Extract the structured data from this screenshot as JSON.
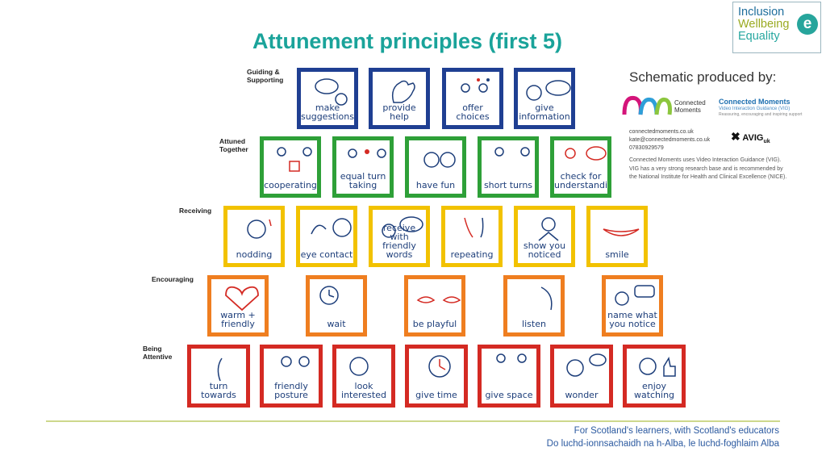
{
  "title": "Attunement principles (first 5)",
  "logo": {
    "line1": "Inclusion",
    "line2": "Wellbeing",
    "line3": "Equality",
    "mark": "e"
  },
  "colors": {
    "guiding": "#1f3f92",
    "attuned": "#2ea038",
    "receiving": "#f2c200",
    "encouraging": "#ef7e20",
    "attentive": "#d42a23",
    "title": "#1aa39a"
  },
  "rows": [
    {
      "label_lines": [
        "Guiding &",
        "Supporting"
      ],
      "cards": [
        "make suggestions",
        "provide help",
        "offer choices",
        "give information"
      ]
    },
    {
      "label_lines": [
        "Attuned",
        "Together"
      ],
      "cards": [
        "cooperating",
        "equal turn taking",
        "have fun",
        "short turns",
        "check for understanding"
      ]
    },
    {
      "label_lines": [
        "Receiving"
      ],
      "cards": [
        "nodding",
        "eye contact",
        "receive with friendly words",
        "repeating",
        "show you noticed",
        "smile"
      ]
    },
    {
      "label_lines": [
        "Encouraging"
      ],
      "cards": [
        "warm + friendly",
        "wait",
        "be playful",
        "listen",
        "name what you notice"
      ]
    },
    {
      "label_lines": [
        "Being",
        "Attentive"
      ],
      "cards": [
        "turn towards",
        "friendly posture",
        "look interested",
        "give time",
        "give space",
        "wonder",
        "enjoy watching"
      ]
    }
  ],
  "schematic": {
    "heading": "Schematic produced by:",
    "cm_name_1": "Connected",
    "cm_name_2": "Moments",
    "vig_title": "Connected Moments",
    "vig_sub": "Video Interaction Guidance (VIG)",
    "vig_sub2": "Reassuring, encouraging and inspiring support",
    "website": "connectedmoments.co.uk",
    "email": "kate@connectedmoments.co.uk",
    "phone": "07830929579",
    "aig": "AVIG",
    "aig_suffix": "uk",
    "blurb": "Connected Moments uses Video Interaction Guidance (VIG). VIG has a very strong research base and is recommended by the National Institute for Health and Clinical Excellence (NICE)."
  },
  "footer": {
    "line1": "For Scotland's learners, with Scotland's educators",
    "line2": "Do luchd-ionnsachaidh na h-Alba, le luchd-foghlaim Alba"
  }
}
